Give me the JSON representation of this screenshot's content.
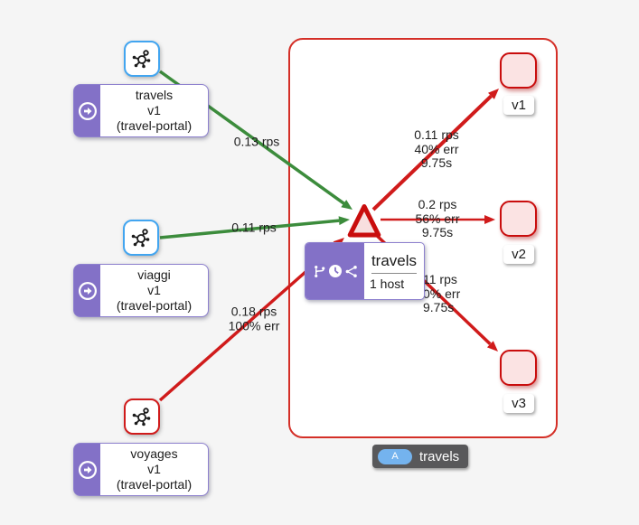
{
  "graph": {
    "background_color": "#f5f5f5",
    "colors": {
      "healthy_edge": "#3c8c3c",
      "error_edge": "#d01b1b",
      "error_node_border": "#c90d0d",
      "workload_purple": "#8371c7",
      "app_box_blue": "#42a5f0",
      "group_box_border": "#d42f27",
      "badge_bg": "#58585a",
      "badge_pill_blue": "#74b3ee"
    },
    "app_boxes": [
      {
        "icon": "molecule-icon",
        "border_color": "#42a5f0"
      },
      {
        "icon": "molecule-icon",
        "border_color": "#42a5f0"
      },
      {
        "icon": "molecule-icon",
        "border_color": "#d01b1b"
      }
    ],
    "workload_nodes": [
      {
        "lines": [
          "travels",
          "v1",
          "(travel-portal)"
        ]
      },
      {
        "lines": [
          "viaggi",
          "v1",
          "(travel-portal)"
        ]
      },
      {
        "lines": [
          "voyages",
          "v1",
          "(travel-portal)"
        ]
      }
    ],
    "service_node": {
      "name": "travels",
      "hosts_label": "1 host",
      "badge_icons": [
        "branch-icon",
        "clock-icon",
        "share-icon"
      ]
    },
    "version_nodes": [
      "v1",
      "v2",
      "v3"
    ],
    "edges": {
      "travels_to_service": {
        "labels": [
          "0.13 rps"
        ]
      },
      "viaggi_to_service": {
        "labels": [
          "0.11 rps"
        ]
      },
      "voyages_to_service": {
        "labels": [
          "0.18 rps",
          "100% err"
        ]
      },
      "service_to_v1": {
        "labels": [
          "0.11 rps",
          "40% err",
          "9.75s"
        ]
      },
      "service_to_v2": {
        "labels": [
          "0.2 rps",
          "56% err",
          "9.75s"
        ]
      },
      "service_to_v3": {
        "labels": [
          "11 rps",
          "0% err",
          "9.75s"
        ]
      }
    },
    "group_badge": {
      "letter": "A",
      "label": "travels"
    }
  }
}
